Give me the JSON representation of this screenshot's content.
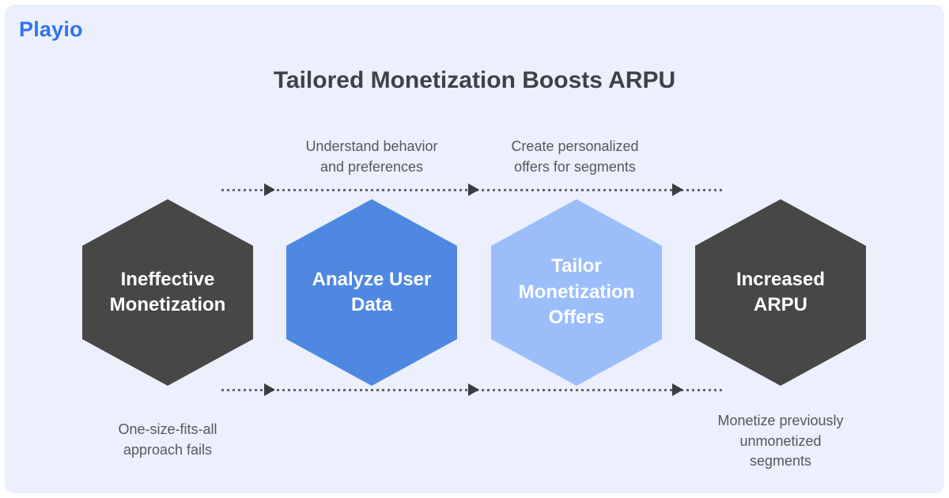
{
  "colors": {
    "page_bg": "#FFFFFF",
    "panel_bg": "#EBF0FC",
    "brand_blue": "#3173F1",
    "title_text": "#3E4247",
    "annotation_text": "#54585E",
    "hex_dark": "#474747",
    "hex_blue": "#4F88E1",
    "hex_light_blue": "#9BBEFB",
    "hex_text": "#FFFFFF",
    "arrow_dots": "#63676C",
    "arrowhead": "#3A3D40"
  },
  "header": {
    "logo": "Playio"
  },
  "title": "Tailored Monetization Boosts ARPU",
  "flow": {
    "top_annotations": [
      {
        "text": "Understand behavior\nand preferences"
      },
      {
        "text": "Create personalized\noffers for segments"
      }
    ],
    "steps": [
      {
        "label": "Ineffective\nMonetization",
        "color": "hex_dark"
      },
      {
        "label": "Analyze User\nData",
        "color": "hex_blue"
      },
      {
        "label": "Tailor\nMonetization\nOffers",
        "color": "hex_light_blue"
      },
      {
        "label": "Increased\nARPU",
        "color": "hex_dark"
      }
    ],
    "bottom_annotations": [
      {
        "text": "One-size-fits-all\napproach fails"
      },
      {
        "text": "Monetize previously\nunmonetized\nsegments"
      }
    ]
  }
}
